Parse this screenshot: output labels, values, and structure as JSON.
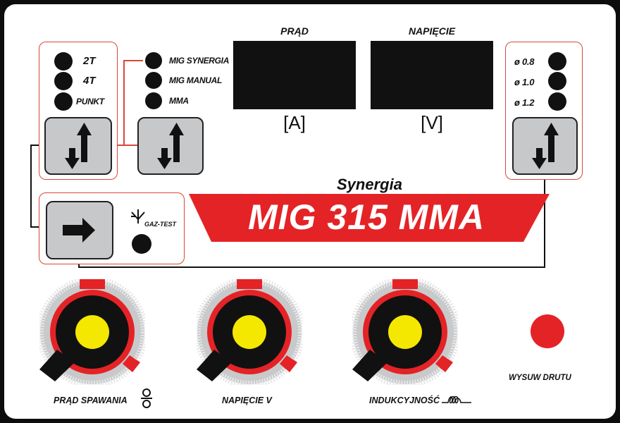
{
  "mode_group": {
    "items": [
      {
        "label": "2T"
      },
      {
        "label": "4T"
      },
      {
        "label": "PUNKT"
      }
    ]
  },
  "process_group": {
    "items": [
      {
        "label": "MIG SYNERGIA"
      },
      {
        "label": "MIG MANUAL"
      },
      {
        "label": "MMA"
      }
    ]
  },
  "displays": {
    "current": {
      "title": "PRĄD",
      "unit": "[A]"
    },
    "voltage": {
      "title": "NAPIĘCIE",
      "unit": "[V]"
    }
  },
  "wire_group": {
    "items": [
      {
        "label": "ø 0.8"
      },
      {
        "label": "ø 1.0"
      },
      {
        "label": "ø 1.2"
      }
    ]
  },
  "gas_test": {
    "label": "GAZ-TEST"
  },
  "brand": {
    "subtitle": "Synergia",
    "model": "MIG 315 MMA"
  },
  "knobs": [
    {
      "label": "PRĄD SPAWANIA"
    },
    {
      "label": "NAPIĘCIE V"
    },
    {
      "label": "INDUKCYJNOŚĆ"
    }
  ],
  "wire_feed": {
    "label": "WYSUW DRUTU"
  },
  "colors": {
    "accent": "#e42326",
    "button": "#c7c8ca",
    "knob_center": "#f5e800"
  },
  "icons": {
    "toggle": "up-down-arrows-icon",
    "next": "right-arrow-icon",
    "gas": "gas-valve-icon",
    "wire_rollers": "wire-rollers-icon",
    "inductance": "inductance-coil-icon"
  }
}
